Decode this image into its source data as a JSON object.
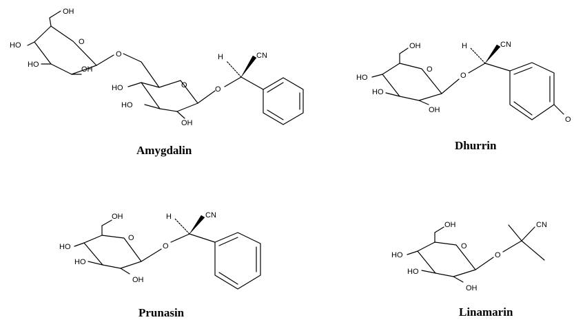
{
  "compounds": {
    "amygdalin": {
      "name": "Amygdalin",
      "labels": {
        "oh_ch2_top": "OH",
        "ho_c4": "HO",
        "ho_c3": "HO",
        "oh_c2": "OH",
        "o_ring1": "O",
        "o_link": "O",
        "o_ring2": "O",
        "ho_c4b": "HO",
        "ho_c3b": "HO",
        "oh_c2b": "OH",
        "o_glyc": "O",
        "h": "H",
        "cn": "CN"
      }
    },
    "dhurrin": {
      "name": "Dhurrin",
      "labels": {
        "oh_ch2": "OH",
        "ho_c4": "HO",
        "ho_c3": "HO",
        "oh_c2": "OH",
        "o_ring": "O",
        "o_glyc": "O",
        "h": "H",
        "cn": "CN",
        "o_para": "O"
      }
    },
    "prunasin": {
      "name": "Prunasin",
      "labels": {
        "oh_ch2": "OH",
        "ho_c4": "HO",
        "ho_c3": "HO",
        "oh_c2": "OH",
        "o_ring": "O",
        "o_glyc": "O",
        "h": "H",
        "cn": "CN"
      }
    },
    "linamarin": {
      "name": "Linamarin",
      "labels": {
        "oh_ch2": "OH",
        "ho_c4": "HO",
        "ho_c3": "HO",
        "oh_c2": "OH",
        "o_ring": "O",
        "o_glyc": "O",
        "cn": "CN"
      }
    }
  }
}
